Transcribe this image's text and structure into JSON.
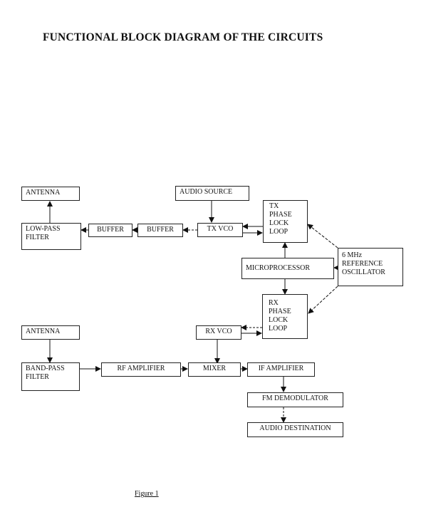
{
  "title": "FUNCTIONAL BLOCK DIAGRAM OF THE CIRCUITS",
  "caption": "Figure 1",
  "blocks": {
    "antenna_tx": "ANTENNA",
    "lowpass": "LOW-PASS\nFILTER",
    "buffer1": "BUFFER",
    "buffer2": "BUFFER",
    "audio_source": "AUDIO SOURCE",
    "tx_vco": "TX VCO",
    "tx_pll": "TX\nPHASE\nLOCK\nLOOP",
    "micro": "MICROPROCESSOR",
    "ref_osc": "6 MHz\nREFERENCE\nOSCILLATOR",
    "rx_pll": "RX\nPHASE\nLOCK\nLOOP",
    "rx_vco": "RX VCO",
    "antenna_rx": "ANTENNA",
    "bandpass": "BAND-PASS\nFILTER",
    "rf_amp": "RF AMPLIFIER",
    "mixer": "MIXER",
    "if_amp": "IF AMPLIFIER",
    "fm_demod": "FM DEMODULATOR",
    "audio_dest": "AUDIO DESTINATION"
  }
}
